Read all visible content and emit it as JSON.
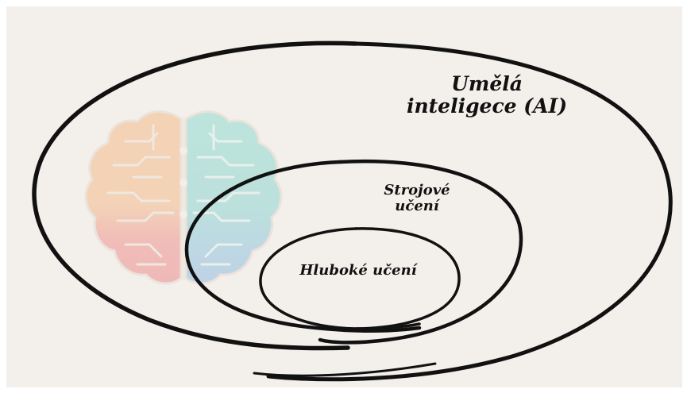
{
  "diagram": {
    "outer_label": {
      "line1": "Umělá",
      "line2": "inteligece (AI)"
    },
    "middle_label": {
      "line1": "Strojové",
      "line2": "učení"
    },
    "inner_label": "Hluboké učení",
    "brain_icon": "brain-icon",
    "colors": {
      "background": "#f3efea",
      "stroke": "#111111",
      "brain_orange": "#f3c9a0",
      "brain_teal": "#a7ded7",
      "brain_pink": "#f0a9a4",
      "brain_blue": "#a8cfe0"
    }
  }
}
